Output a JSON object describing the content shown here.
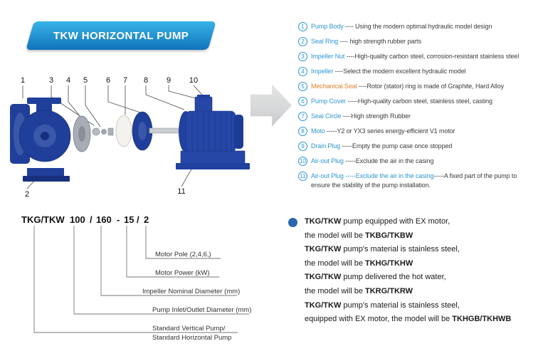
{
  "colors": {
    "banner-start": "#38b4e8",
    "banner-end": "#1173bc",
    "accent-blue": "#2f96d2",
    "accent-orange": "#df7f2e",
    "pump-blue": "#1f3f9a",
    "arrow-gray": "#d6d7d8",
    "text-dark": "#3c3c3c",
    "note-bullet": "#2a66ad"
  },
  "banner": {
    "title": "TKW HORIZONTAL PUMP"
  },
  "diagram": {
    "top_labels": [
      "1",
      "3",
      "4",
      "5",
      "6",
      "7",
      "8",
      "9",
      "10"
    ],
    "bottom_labels": [
      "2",
      "11"
    ]
  },
  "parts": [
    {
      "num": "1",
      "name": "Pump Body",
      "desc": " ---- Using the modern optimal hydraulic model design"
    },
    {
      "num": "2",
      "name": "Seal Ring",
      "desc": " ---- high strength rubber parts"
    },
    {
      "num": "3",
      "name": "Impeller Nut",
      "desc": " ----High-quality carbon steel, corrosion-resistant stainless steel"
    },
    {
      "num": "4",
      "name": "Impeller",
      "desc": " ----Select the modern excellent hydraulic model"
    },
    {
      "num": "5",
      "name": "Mechanical Seal",
      "desc": " ----Rotor (stator) ring is made of Graphite, Hard Alloy"
    },
    {
      "num": "6",
      "name": "Pump Cover",
      "desc": " -----High-quality carbon steel, stainless steel, casting"
    },
    {
      "num": "7",
      "name": "Seal Circle",
      "desc": " ----High strength Rubber"
    },
    {
      "num": "8",
      "name": "Moto",
      "desc": " -----Y2 or YX3 series energy-efficient V1 motor"
    },
    {
      "num": "9",
      "name": "Drain Plug",
      "desc": " -----Empty the pump case once stopped"
    },
    {
      "num": "10",
      "name": "Air-out Plug",
      "desc": " -----Exclude the air in the casing"
    },
    {
      "num": "11",
      "name": "Air-out Plug -----Exclude the air in the casing",
      "desc": "-----A fixed part of the pump to ensure the stability of the pump installation."
    }
  ],
  "model_code": {
    "parts": [
      "TKG/TKW",
      "100",
      "/",
      "160",
      "-",
      "15",
      "/",
      "2"
    ],
    "labels": [
      "Motor Pole (2,4,6,)",
      "Motor Power  (kW)",
      "Impeller Nominal Diameter (mm)",
      "Pump Inlet/Outlet Diameter (mm)",
      "Standard Vertical Pump/",
      "Standard  Horizontal Pump"
    ]
  },
  "notes": [
    {
      "pre": "",
      "bold": "TKG/TKW",
      "post": " pump equipped with EX motor,"
    },
    {
      "pre": "the model will be ",
      "bold": "TKBG/TKBW",
      "post": ""
    },
    {
      "pre": "",
      "bold": "TKG/TKW",
      "post": " pump's material is stainless steel,"
    },
    {
      "pre": "the model will be ",
      "bold": "TKHG/TKHW",
      "post": ""
    },
    {
      "pre": "",
      "bold": "TKG/TKW",
      "post": " pump delivered the hot water,"
    },
    {
      "pre": "the model will be ",
      "bold": "TKRG/TKRW",
      "post": ""
    },
    {
      "pre": "",
      "bold": "TKG/TKW",
      "post": " pump's material is stainless steel,"
    },
    {
      "pre": "equipped with EX motor, the model will be ",
      "bold": "TKHGB/TKHWB",
      "post": ""
    }
  ]
}
